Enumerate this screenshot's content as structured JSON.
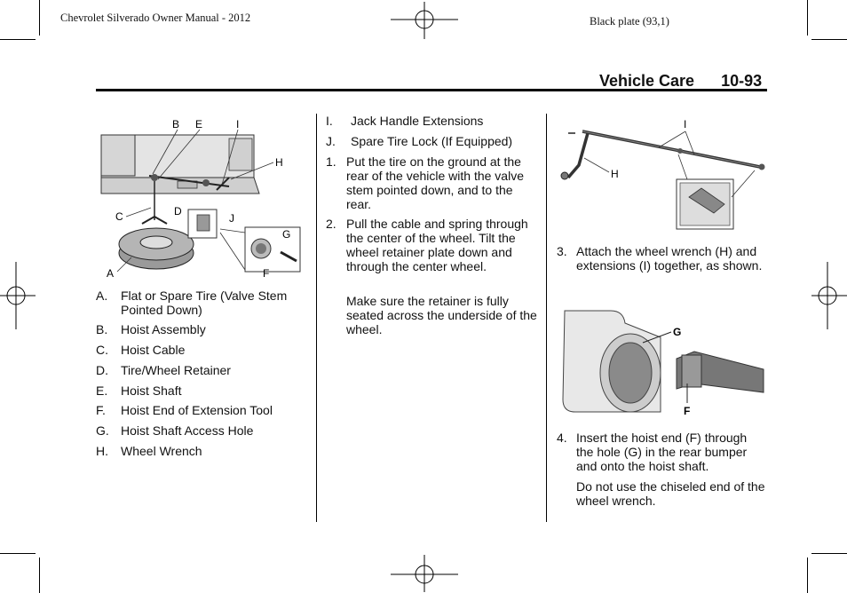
{
  "header": {
    "manual_title": "Chevrolet Silverado Owner Manual - 2012",
    "plate": "Black plate (93,1)"
  },
  "section": {
    "title": "Vehicle Care",
    "page": "10-93"
  },
  "figure1": {
    "callouts": [
      "A",
      "B",
      "C",
      "D",
      "E",
      "F",
      "G",
      "H",
      "I",
      "J"
    ]
  },
  "legend": [
    {
      "key": "A.",
      "text": "Flat or Spare Tire (Valve Stem Pointed Down)"
    },
    {
      "key": "B.",
      "text": "Hoist Assembly"
    },
    {
      "key": "C.",
      "text": "Hoist Cable"
    },
    {
      "key": "D.",
      "text": "Tire/Wheel Retainer"
    },
    {
      "key": "E.",
      "text": "Hoist Shaft"
    },
    {
      "key": "F.",
      "text": "Hoist End of Extension Tool"
    },
    {
      "key": "G.",
      "text": "Hoist Shaft Access Hole"
    },
    {
      "key": "H.",
      "text": "Wheel Wrench"
    },
    {
      "key": "I.",
      "text": "Jack Handle Extensions"
    },
    {
      "key": "J.",
      "text": "Spare Tire Lock (If Equipped)"
    }
  ],
  "steps": [
    {
      "num": "1.",
      "text": "Put the tire on the ground at the rear of the vehicle with the valve stem pointed down, and to the rear."
    },
    {
      "num": "2.",
      "text": "Pull the cable and spring through the center of the wheel. Tilt the wheel retainer plate down and through the center wheel.",
      "note": "Make sure the retainer is fully seated across the underside of the wheel."
    },
    {
      "num": "3.",
      "text": "Attach the wheel wrench (H) and extensions (I) together, as shown."
    },
    {
      "num": "4.",
      "text": "Insert the hoist end (F) through the hole (G) in the rear bumper and onto the hoist shaft.",
      "note": "Do not use the chiseled end of the wheel wrench."
    }
  ],
  "figure2": {
    "callouts": [
      "I",
      "H"
    ]
  },
  "figure3": {
    "callouts": [
      "G",
      "F"
    ]
  }
}
